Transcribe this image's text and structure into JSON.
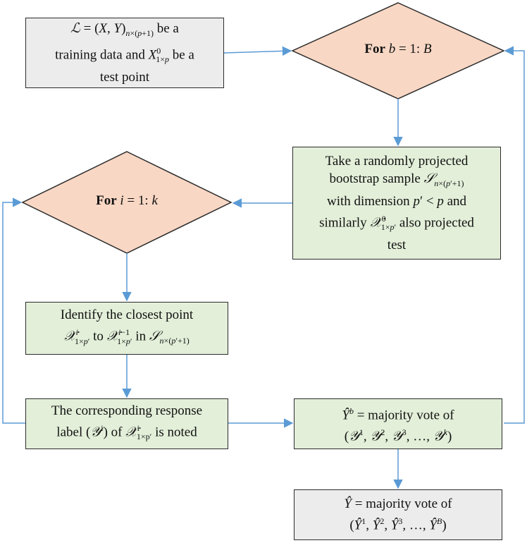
{
  "nodes": {
    "input": {
      "lines": [
        "ℒ = (X, Y)n×(p+1) be a",
        "training data and X01×p be a",
        "test point"
      ]
    },
    "loop_b": {
      "keyword": "For",
      "expr": "b = 1: B"
    },
    "bootstrap": {
      "lines": [
        "Take a randomly projected",
        "bootstrap sample 𝒮n×(p′+1)",
        "with dimension p′ < p and",
        "similarly 𝒳01×p′ also projected",
        "test"
      ]
    },
    "loop_i": {
      "keyword": "For",
      "expr": "i = 1: k"
    },
    "closest": {
      "lines": [
        "Identify the closest point",
        "𝒳i1×p′ to 𝒳i−11×p′ in 𝒮n×(p′+1)"
      ]
    },
    "label": {
      "lines": [
        "The corresponding response",
        "label (𝒴i) of 𝒳i1×p′ is noted"
      ]
    },
    "vote_b": {
      "lines": [
        "Ŷb = majority vote of",
        "(𝒴1, 𝒴2, 𝒴3, …, 𝒴k)"
      ]
    },
    "final": {
      "lines": [
        "Ŷ = majority vote of",
        "(Ŷ1, Ŷ2, Ŷ3, …, ŶB)"
      ]
    }
  },
  "colors": {
    "arrow": "#5b9bd5",
    "grey_fill": "#ececec",
    "green_fill": "#e3efd9",
    "diamond_fill": "#f8d7c4",
    "border": "#2b2b2b"
  }
}
